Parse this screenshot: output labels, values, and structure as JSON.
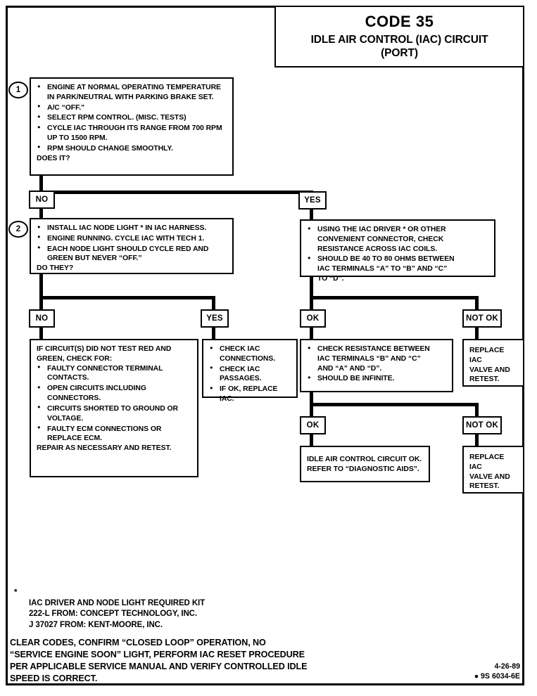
{
  "header": {
    "code": "CODE 35",
    "title_line1": "IDLE AIR CONTROL (IAC) CIRCUIT",
    "title_line2": "(PORT)"
  },
  "steps": {
    "one": "1",
    "two": "2"
  },
  "step1": {
    "items": [
      "ENGINE AT NORMAL OPERATING TEMPERATURE",
      "A/C “OFF.”",
      "SELECT RPM CONTROL.  (MISC. TESTS)",
      "CYCLE IAC THROUGH ITS RANGE FROM 700 RPM",
      "RPM SHOULD CHANGE SMOOTHLY."
    ],
    "cont1": "IN PARK/NEUTRAL WITH PARKING BRAKE SET.",
    "cont4": "UP TO 1500 RPM.",
    "tail": "DOES IT?"
  },
  "step2": {
    "items": [
      "INSTALL IAC NODE LIGHT * IN IAC HARNESS.",
      "ENGINE RUNNING.  CYCLE IAC WITH TECH 1.",
      "EACH NODE LIGHT SHOULD CYCLE RED AND"
    ],
    "cont3": "GREEN BUT NEVER “OFF.”",
    "tail": "DO THEY?"
  },
  "resistance_box": {
    "items": [
      "USING THE IAC DRIVER * OR OTHER",
      "SHOULD BE 40 TO 80 OHMS BETWEEN"
    ],
    "cont1a": "CONVENIENT CONNECTOR, CHECK",
    "cont1b": "RESISTANCE ACROSS IAC COILS.",
    "cont2a": "IAC TERMINALS “A” TO “B” AND “C”",
    "cont2b": "TO “D”."
  },
  "circuit_fail_box": {
    "intro_line1": "IF CIRCUIT(S) DID NOT TEST RED AND",
    "intro_line2": "GREEN, CHECK FOR:",
    "items": [
      "FAULTY CONNECTOR TERMINAL",
      "OPEN CIRCUITS INCLUDING",
      "CIRCUITS SHORTED TO GROUND OR",
      "FAULTY ECM CONNECTIONS OR"
    ],
    "cont1": "CONTACTS.",
    "cont2": "CONNECTORS.",
    "cont3": "VOLTAGE.",
    "cont4": "REPLACE ECM.",
    "tail": "REPAIR AS NECESSARY AND RETEST."
  },
  "check_iac_box": {
    "items": [
      "CHECK IAC",
      "CHECK IAC",
      "IF OK, REPLACE IAC."
    ],
    "cont1": "CONNECTIONS.",
    "cont2": "PASSAGES."
  },
  "infinite_box": {
    "items": [
      "CHECK RESISTANCE BETWEEN",
      "SHOULD BE INFINITE."
    ],
    "cont1a": "IAC TERMINALS “B” AND “C”",
    "cont1b": "AND “A” AND “D”."
  },
  "replace_box_1": {
    "line1": "REPLACE IAC",
    "line2": "VALVE AND",
    "line3": "RETEST."
  },
  "replace_box_2": {
    "line1": "REPLACE IAC",
    "line2": "VALVE AND",
    "line3": "RETEST."
  },
  "ok_result_box": {
    "line1": "IDLE AIR CONTROL CIRCUIT OK.",
    "line2": "REFER TO “DIAGNOSTIC AIDS”."
  },
  "labels": {
    "no_1": "NO",
    "yes_1": "YES",
    "no_2": "NO",
    "yes_2": "YES",
    "ok_1": "OK",
    "not_ok_1": "NOT OK",
    "ok_2": "OK",
    "not_ok_2": "NOT OK"
  },
  "footer": {
    "kit_star": "*",
    "kit_text": "IAC DRIVER AND NODE LIGHT REQUIRED KIT\n222-L FROM:  CONCEPT TECHNOLOGY, INC.\nJ 37027 FROM:  KENT-MOORE, INC.",
    "clear_text": "CLEAR CODES, CONFIRM “CLOSED LOOP” OPERATION, NO\n“SERVICE ENGINE SOON” LIGHT, PERFORM IAC RESET PROCEDURE\nPER APPLICABLE SERVICE MANUAL AND VERIFY CONTROLLED IDLE\nSPEED IS CORRECT.",
    "date": "4-26-89",
    "part_number": "● 9S 6034-6E"
  },
  "colors": {
    "ink": "#000000",
    "paper": "#ffffff"
  }
}
